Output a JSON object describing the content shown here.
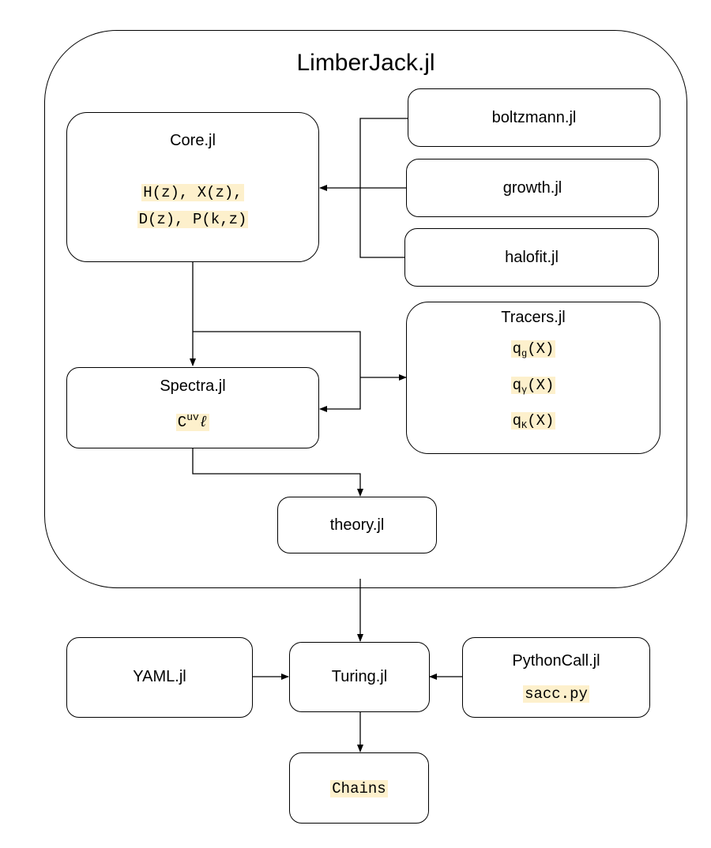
{
  "title": "LimberJack.jl",
  "core": {
    "label": "Core.jl",
    "line1": "H(z), X(z),",
    "line2": "D(z), P(k,z)"
  },
  "boltzmann": {
    "label": "boltzmann.jl"
  },
  "growth": {
    "label": "growth.jl"
  },
  "halofit": {
    "label": "halofit.jl"
  },
  "tracers": {
    "label": "Tracers.jl",
    "items": [
      {
        "base": "q",
        "sub": "g",
        "arg": "(X)"
      },
      {
        "base": "q",
        "sub": "γ",
        "arg": "(X)"
      },
      {
        "base": "q",
        "sub": "K",
        "arg": "(X)"
      }
    ]
  },
  "spectra": {
    "label": "Spectra.jl",
    "cl_base": "C",
    "cl_sup": "uv",
    "cl_sub": "ℓ"
  },
  "theory": {
    "label": "theory.jl"
  },
  "yaml": {
    "label": "YAML.jl"
  },
  "turing": {
    "label": "Turing.jl"
  },
  "pythoncall": {
    "label": "PythonCall.jl",
    "code": "sacc.py"
  },
  "chains": {
    "label": "Chains"
  }
}
